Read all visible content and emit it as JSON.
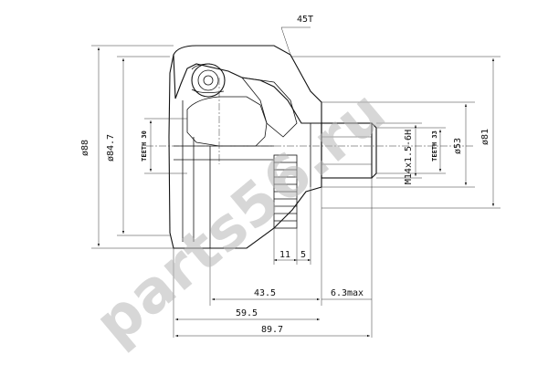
{
  "dimensions": {
    "chamfer": "45T",
    "d88": "ø88",
    "d84_7": "ø84.7",
    "teeth_left": "TEETH 30",
    "thread": "M14x1.5-6H",
    "teeth_right": "TEETH 33",
    "d53": "ø53",
    "d81": "ø81",
    "l11": "11",
    "l5": "5",
    "l43_5": "43.5",
    "l6_3": "6.3max",
    "l59_5": "59.5",
    "l89_7": "89.7"
  },
  "watermark": "parts56.ru"
}
